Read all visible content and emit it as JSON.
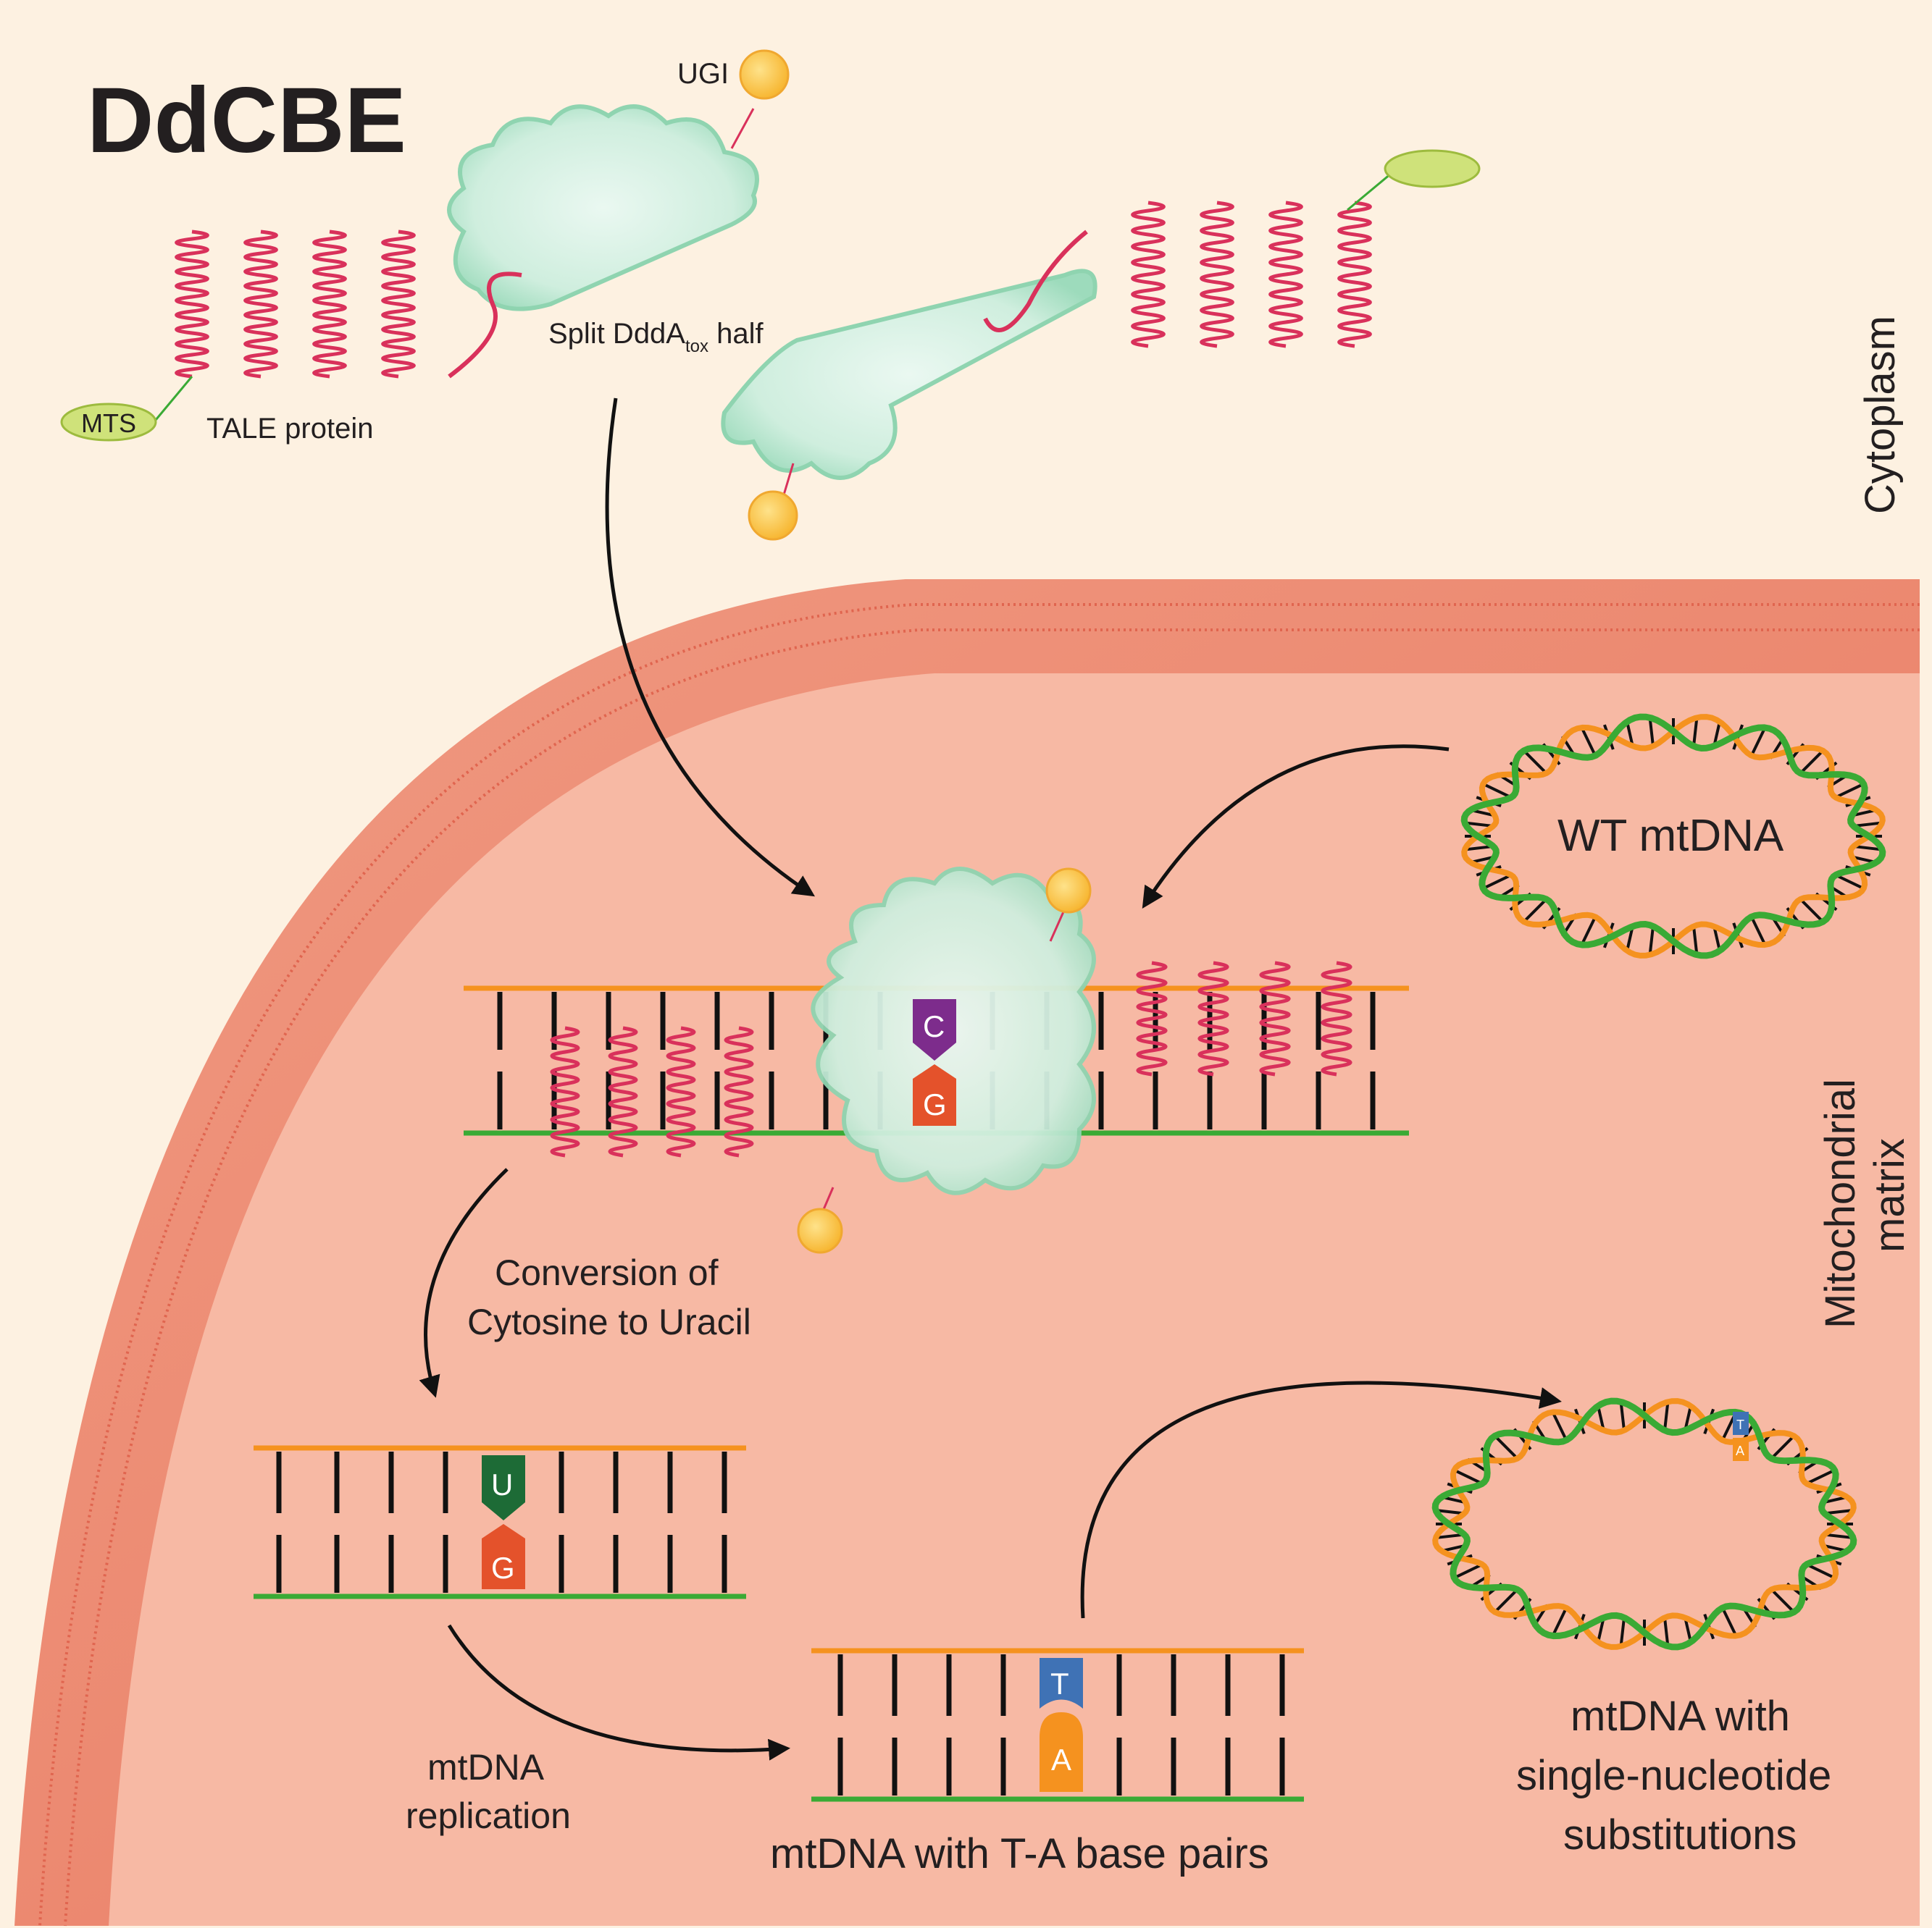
{
  "title": "DdCBE",
  "labels": {
    "ugi": "UGI",
    "mts": "MTS",
    "tale_protein": "TALE protein",
    "split_ddda_main": "Split DddA",
    "split_ddda_sub": "tox",
    "split_ddda_tail": " half",
    "cytoplasm": "Cytoplasm",
    "matrix_line1": "Mitochondrial",
    "matrix_line2": "matrix",
    "wt_mtdna": "WT mtDNA",
    "conversion_line1": "Conversion of",
    "conversion_line2": "Cytosine to Uracil",
    "replication_line1": "mtDNA",
    "replication_line2": "replication",
    "ta_pairs": "mtDNA with T-A base pairs",
    "sns_line1": "mtDNA with",
    "sns_line2": "single-nucleotide",
    "sns_line3": "substitutions"
  },
  "bases": {
    "editing_top": "C",
    "editing_bottom": "G",
    "deaminated_top": "U",
    "deaminated_bottom": "G",
    "replicated_top": "T",
    "replicated_bottom": "A",
    "mini_top": "T",
    "mini_bottom": "A"
  },
  "colors": {
    "cytoplasm_bg": "#fdf1e1",
    "matrix_bg": "#f7b9a4",
    "membrane": "#ef8d75",
    "membrane_dark": "#e0654f",
    "strand_top": "#f5921f",
    "strand_bottom": "#3aaa35",
    "rung": "#111111",
    "tale": "#d9315b",
    "ddda": "#d5efe4",
    "ddda_edge": "#7fcfa6",
    "ugi": "#fcc947",
    "mts": "#cfe27a",
    "base_c": "#7d2c8c",
    "base_g": "#e4522b",
    "base_u": "#1d6b36",
    "base_t": "#3f72b5",
    "base_a": "#f5921f",
    "arrow": "#111111"
  }
}
